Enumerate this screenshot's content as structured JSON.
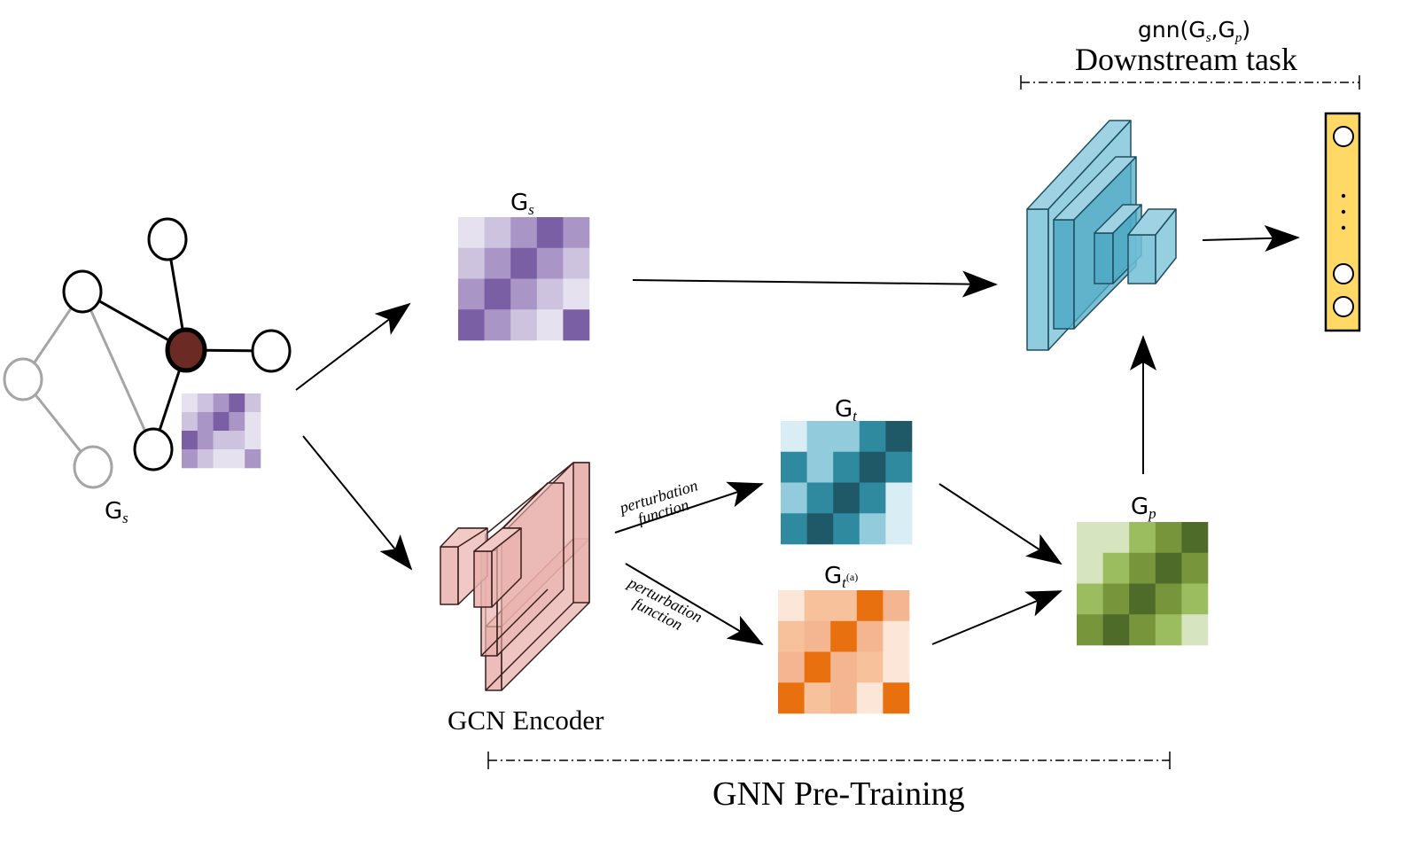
{
  "labels": {
    "input_graph": {
      "main": "G",
      "sub": "s"
    },
    "source_matrix": {
      "main": "G",
      "sub": "s"
    },
    "teacher_matrix": {
      "main": "G",
      "sub": "t"
    },
    "teacher_aug_matrix": {
      "main": "G",
      "sub": "t",
      "sup": "(a)"
    },
    "pretrained_matrix": {
      "main": "G",
      "sub": "p"
    },
    "gnn_function": {
      "prefix": "gnn(G",
      "sub1": "s",
      "mid": ",G",
      "sub2": "p",
      "suffix": ")"
    },
    "downstream_task": "Downstream task",
    "gcn_encoder": "GCN Encoder",
    "gnn_pretraining": "GNN Pre-Training",
    "perturbation_1": [
      "perturbation",
      "function"
    ],
    "perturbation_2": [
      "perturbation",
      "function"
    ]
  },
  "colors": {
    "purple": [
      "#e6e1ef",
      "#cdc3df",
      "#a996c7",
      "#7b5fa5"
    ],
    "teal": [
      "#d8eef4",
      "#92cbdc",
      "#2f8aa0",
      "#1f5968"
    ],
    "orange": [
      "#fbe6d7",
      "#f7c29b",
      "#f4b690",
      "#e8700f"
    ],
    "green": [
      "#d6e4c0",
      "#9cbd5f",
      "#77963c",
      "#4f6b2a"
    ],
    "encoder_fill": "#e9b2ae",
    "encoder_stroke": "#3b1e1c",
    "cnn_fill": "#72bfd6",
    "cnn_stroke": "#1e4f60",
    "output_fill": "#ffd966",
    "center_node": "#6b2a24"
  },
  "matrices": {
    "source": [
      [
        0,
        1,
        2,
        3,
        2
      ],
      [
        1,
        2,
        3,
        2,
        1
      ],
      [
        2,
        3,
        2,
        1,
        0
      ],
      [
        3,
        2,
        1,
        0,
        3
      ]
    ],
    "teacher": [
      [
        0,
        1,
        1,
        2,
        3
      ],
      [
        2,
        1,
        2,
        3,
        2
      ],
      [
        1,
        2,
        3,
        2,
        0
      ],
      [
        2,
        3,
        2,
        1,
        0
      ]
    ],
    "teacher_aug": [
      [
        0,
        1,
        1,
        3,
        2
      ],
      [
        1,
        2,
        3,
        2,
        0
      ],
      [
        2,
        3,
        2,
        1,
        0
      ],
      [
        3,
        1,
        2,
        0,
        3
      ]
    ],
    "pretrained": [
      [
        0,
        0,
        1,
        2,
        3
      ],
      [
        0,
        1,
        2,
        3,
        2
      ],
      [
        1,
        2,
        3,
        2,
        1
      ],
      [
        2,
        3,
        2,
        1,
        0
      ]
    ],
    "node_feature": [
      [
        0,
        1,
        2,
        3,
        1
      ],
      [
        1,
        2,
        3,
        2,
        0
      ],
      [
        3,
        2,
        1,
        1,
        0
      ],
      [
        2,
        1,
        0,
        0,
        2
      ]
    ]
  },
  "output_vector": {
    "dots": "⋮"
  }
}
